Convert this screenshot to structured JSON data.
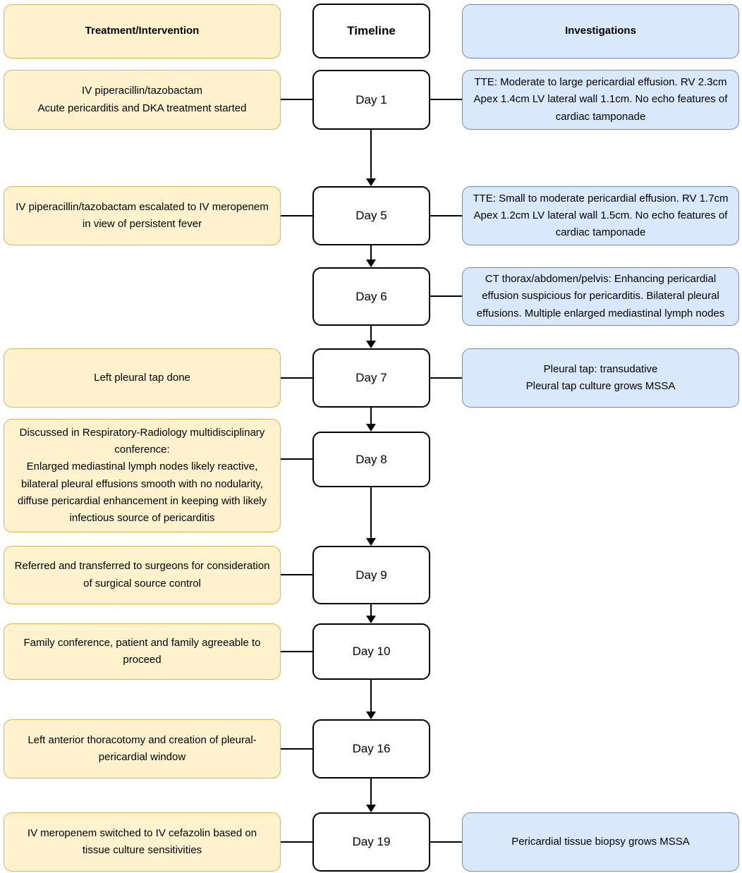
{
  "headers": {
    "treatment": "Treatment/Intervention",
    "timeline": "Timeline",
    "investigations": "Investigations"
  },
  "rows": {
    "day1": {
      "day": "Day 1",
      "treatment": "IV piperacillin/tazobactam\nAcute pericarditis and DKA treatment started",
      "investigation": "TTE: Moderate to large pericardial effusion. RV 2.3cm Apex 1.4cm LV lateral wall 1.1cm. No echo features of cardiac tamponade"
    },
    "day5": {
      "day": "Day 5",
      "treatment": "IV piperacillin/tazobactam escalated to IV meropenem in view of persistent fever",
      "investigation": "TTE: Small to moderate pericardial effusion. RV 1.7cm Apex 1.2cm LV lateral wall 1.5cm. No echo features of cardiac tamponade"
    },
    "day6": {
      "day": "Day 6",
      "investigation": "CT thorax/abdomen/pelvis: Enhancing pericardial effusion suspicious for pericarditis. Bilateral pleural effusions. Multiple enlarged mediastinal lymph nodes"
    },
    "day7": {
      "day": "Day 7",
      "treatment": "Left pleural tap done",
      "investigation": "Pleural tap: transudative\nPleural tap culture grows MSSA"
    },
    "day8": {
      "day": "Day 8",
      "treatment": "Discussed in Respiratory-Radiology multidisciplinary conference:\nEnlarged mediastinal lymph nodes likely reactive, bilateral pleural effusions smooth with no nodularity, diffuse pericardial enhancement in keeping with likely infectious source of pericarditis"
    },
    "day9": {
      "day": "Day 9",
      "treatment": "Referred and transferred to surgeons for consideration of surgical source control"
    },
    "day10": {
      "day": "Day 10",
      "treatment": "Family conference, patient and family agreeable to proceed"
    },
    "day16": {
      "day": "Day 16",
      "treatment": "Left anterior thoracotomy and creation of pleural-pericardial window"
    },
    "day19": {
      "day": "Day 19",
      "treatment": "IV meropenem switched to IV cefazolin based on tissue culture sensitivities",
      "investigation": "Pericardial tissue biopsy grows MSSA"
    }
  },
  "colors": {
    "treatment_fill": "#FFF2CC",
    "treatment_border": "#D6B656",
    "investigation_fill": "#DAE8FC",
    "investigation_border": "#6C8EBF",
    "timeline_fill": "#FFFFFF",
    "timeline_border": "#000000",
    "connector": "#000000"
  }
}
